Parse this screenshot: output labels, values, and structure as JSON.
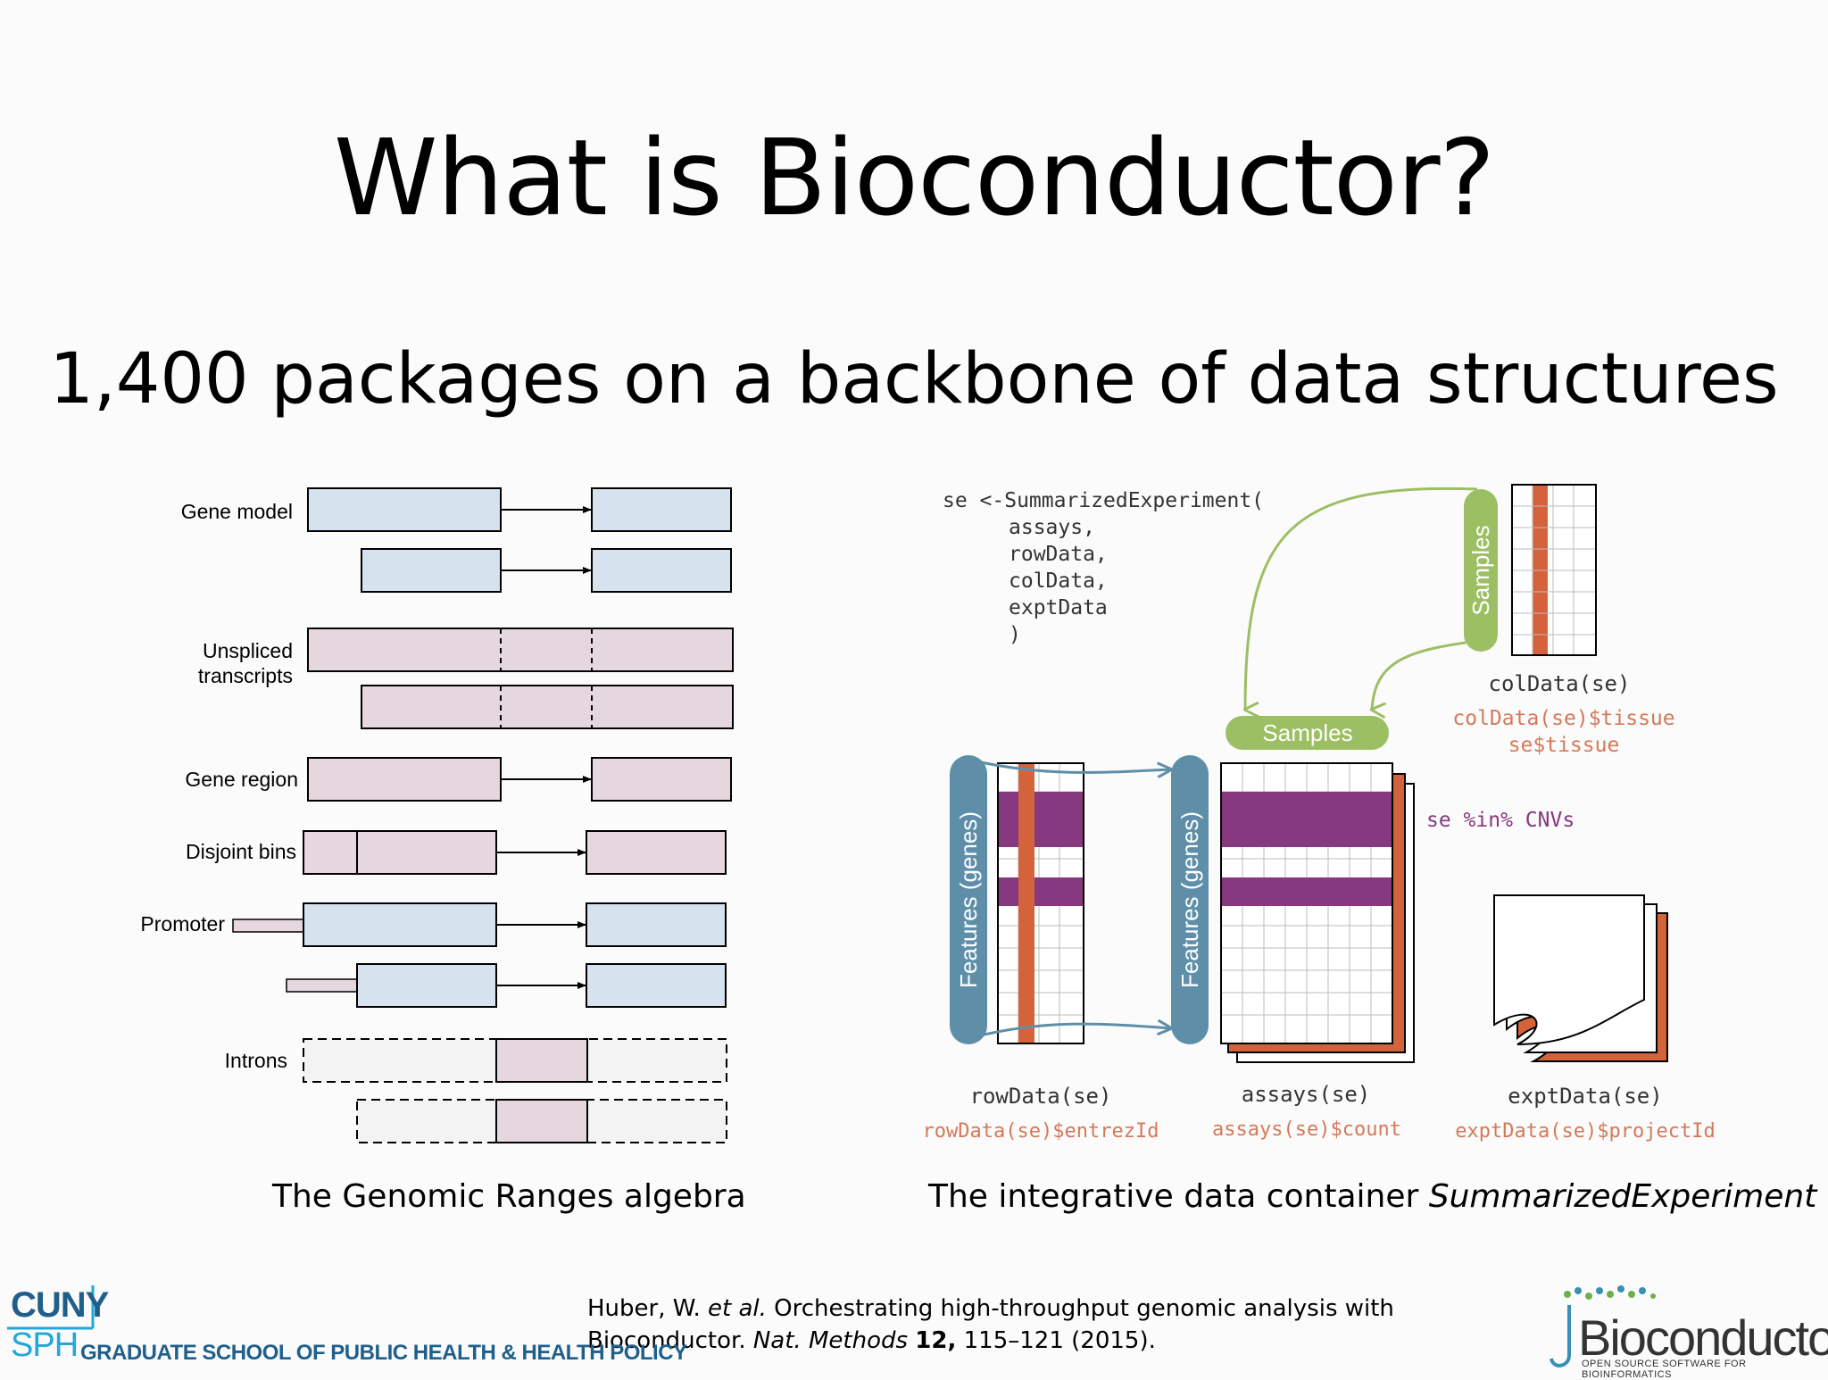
{
  "slide": {
    "title": "What is Bioconductor?",
    "subtitle": "1,400 packages on a backbone of data structures"
  },
  "ranges_panel": {
    "row_labels": {
      "gene_model": "Gene model",
      "unspliced_1": "Unspliced",
      "unspliced_2": "transcripts",
      "gene_region": "Gene region",
      "disjoint_bins": "Disjoint bins",
      "promoter": "Promoter",
      "introns": "Introns"
    },
    "caption": "The Genomic Ranges algebra"
  },
  "se_panel": {
    "code_lines": [
      "se <-SummarizedExperiment(",
      "assays,",
      "rowData,",
      "colData,",
      "exptData",
      ")"
    ],
    "samples_label": "Samples",
    "features_label": "Features (genes)",
    "coldata_label": "colData(se)",
    "coldata_access_1": "colData(se)$tissue",
    "coldata_access_2": "se$tissue",
    "cnv_label": "se %in% CNVs",
    "rowdata_label": "rowData(se)",
    "rowdata_access": "rowData(se)$entrezId",
    "assays_label": "assays(se)",
    "assays_access": "assays(se)$count",
    "exptdata_label": "exptData(se)",
    "exptdata_access": "exptData(se)$projectId",
    "caption_prefix": "The integrative data container ",
    "caption_italic": "SummarizedExperiment"
  },
  "citation": {
    "authors": "Huber, W. ",
    "et_al": "et al.",
    "title_part": " Orchestrating high-throughput genomic analysis with",
    "title_part2": "Bioconductor. ",
    "journal": "Nat. Methods",
    "volume": "12,",
    "pages_year": " 115–121 (2015)."
  },
  "logos": {
    "cuny": "CUNY",
    "sph": "SPH",
    "school": "GRADUATE SCHOOL OF PUBLIC HEALTH & HEALTH POLICY",
    "bioconductor": "Bioconductor",
    "bioconductor_tagline": "OPEN SOURCE SOFTWARE FOR BIOINFORMATICS"
  },
  "colors": {
    "exon_blue": "#d6e3ee",
    "region_pink": "#e6d6de",
    "samples_green": "#9cbf64",
    "features_blue": "#5f8fa8",
    "highlight_orange": "#d4633c",
    "cnv_purple": "#86397f",
    "accessor_orange": "#d4795a"
  }
}
